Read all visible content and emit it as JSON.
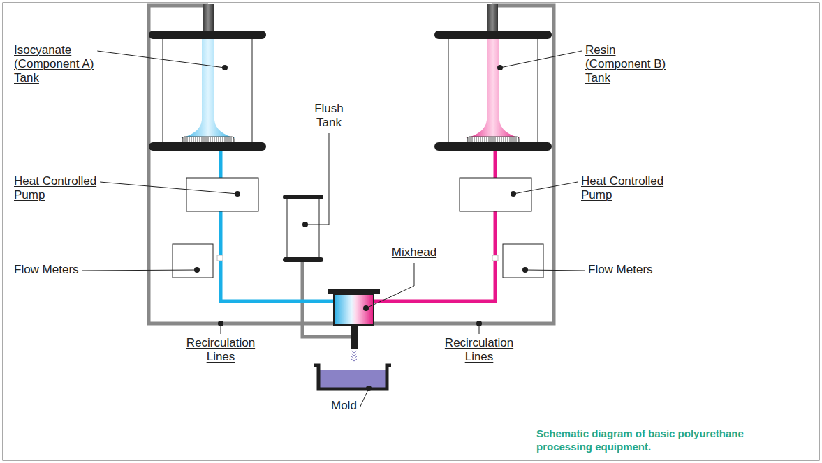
{
  "diagram": {
    "caption": "Schematic diagram of basic polyurethane processing equipment.",
    "labels": [
      "Isocyanate (Component A) Tank",
      "Resin (Component B) Tank",
      "Flush Tank",
      "Heat Controlled Pump",
      "Heat Controlled Pump",
      "Mixhead",
      "Flow Meters",
      "Flow Meters",
      "Recirculation Lines",
      "Recirculation Lines",
      "Mold"
    ]
  }
}
